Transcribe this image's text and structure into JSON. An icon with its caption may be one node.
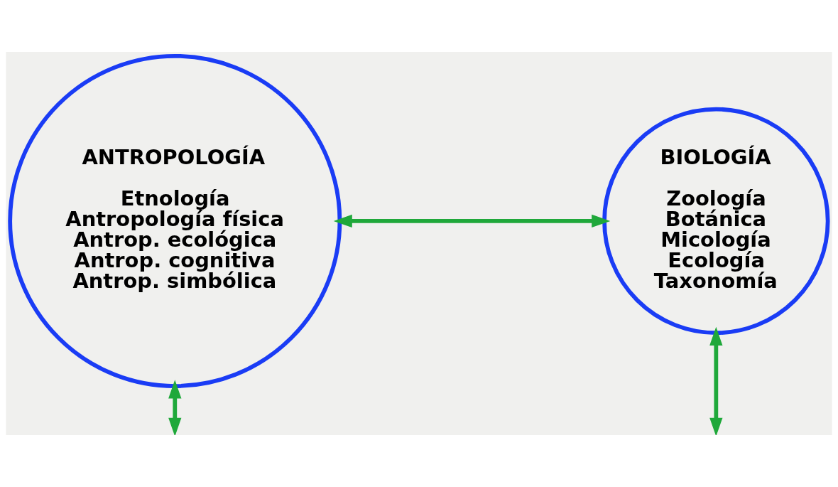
{
  "diagram": {
    "nodes": [
      {
        "text": [
          "ANTROPOLOGÍA",
          "Etnología",
          "Antropología física",
          "Antrop. ecológica",
          "Antrop. cognitiva",
          "Antrop. simbólica"
        ]
      },
      {
        "text": [
          "BIOLOGÍA",
          "Zoología",
          "Botánica",
          "Micología",
          "Ecología",
          "Taxonomía"
        ]
      }
    ],
    "edges": [
      {
        "from": 0,
        "to": 1,
        "arrow": "both"
      },
      {
        "from": 0,
        "to": null,
        "arrow": "both"
      },
      {
        "from": 1,
        "to": null,
        "arrow": "both"
      }
    ]
  }
}
